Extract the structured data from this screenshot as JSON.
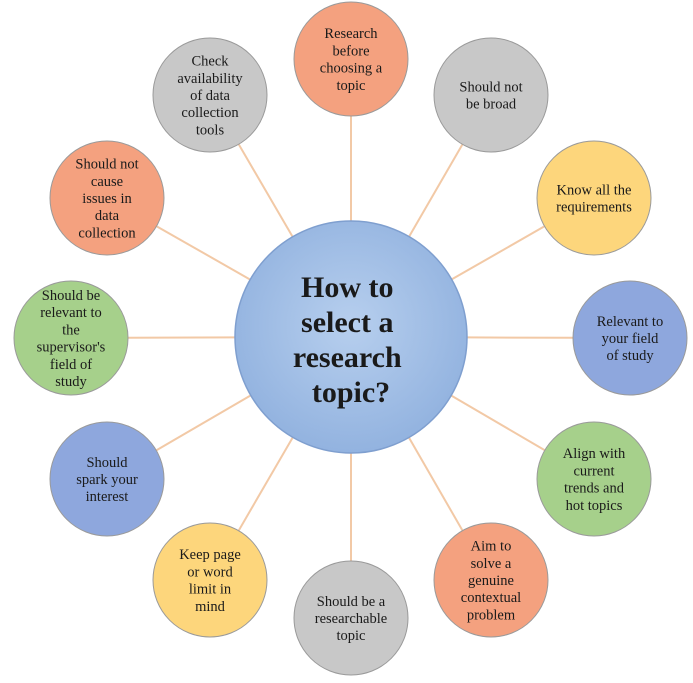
{
  "center": {
    "lines": [
      "How to",
      "select a",
      "research",
      "topic?"
    ],
    "color": "#a9c4e6"
  },
  "nodes": [
    {
      "lines": [
        "Research",
        "before",
        "choosing a",
        "topic"
      ],
      "color": "#f4a17f"
    },
    {
      "lines": [
        "Should not",
        "be broad"
      ],
      "color": "#c8c8c8"
    },
    {
      "lines": [
        "Know all the",
        "requirements"
      ],
      "color": "#fdd67c"
    },
    {
      "lines": [
        "Relevant to",
        "your field",
        "of study"
      ],
      "color": "#8ea7dd"
    },
    {
      "lines": [
        "Align with",
        "current",
        "trends and",
        "hot topics"
      ],
      "color": "#a6d08b"
    },
    {
      "lines": [
        "Aim to",
        "solve a",
        "genuine",
        "contextual",
        "problem"
      ],
      "color": "#f4a17f"
    },
    {
      "lines": [
        "Should be a",
        "researchable",
        "topic"
      ],
      "color": "#c8c8c8"
    },
    {
      "lines": [
        "Keep page",
        "or word",
        "limit in",
        "mind"
      ],
      "color": "#fdd67c"
    },
    {
      "lines": [
        "Should",
        "spark your",
        "interest"
      ],
      "color": "#8ea7dd"
    },
    {
      "lines": [
        "Should be",
        "relevant to",
        "the",
        "supervisor's",
        "field of",
        "study"
      ],
      "color": "#a6d08b"
    },
    {
      "lines": [
        "Should not",
        "cause",
        "issues in",
        "data",
        "collection"
      ],
      "color": "#f4a17f"
    },
    {
      "lines": [
        "Check",
        "availability",
        "of data",
        "collection",
        "tools"
      ],
      "color": "#c8c8c8"
    }
  ],
  "spoke_color": "#f2c9a6"
}
